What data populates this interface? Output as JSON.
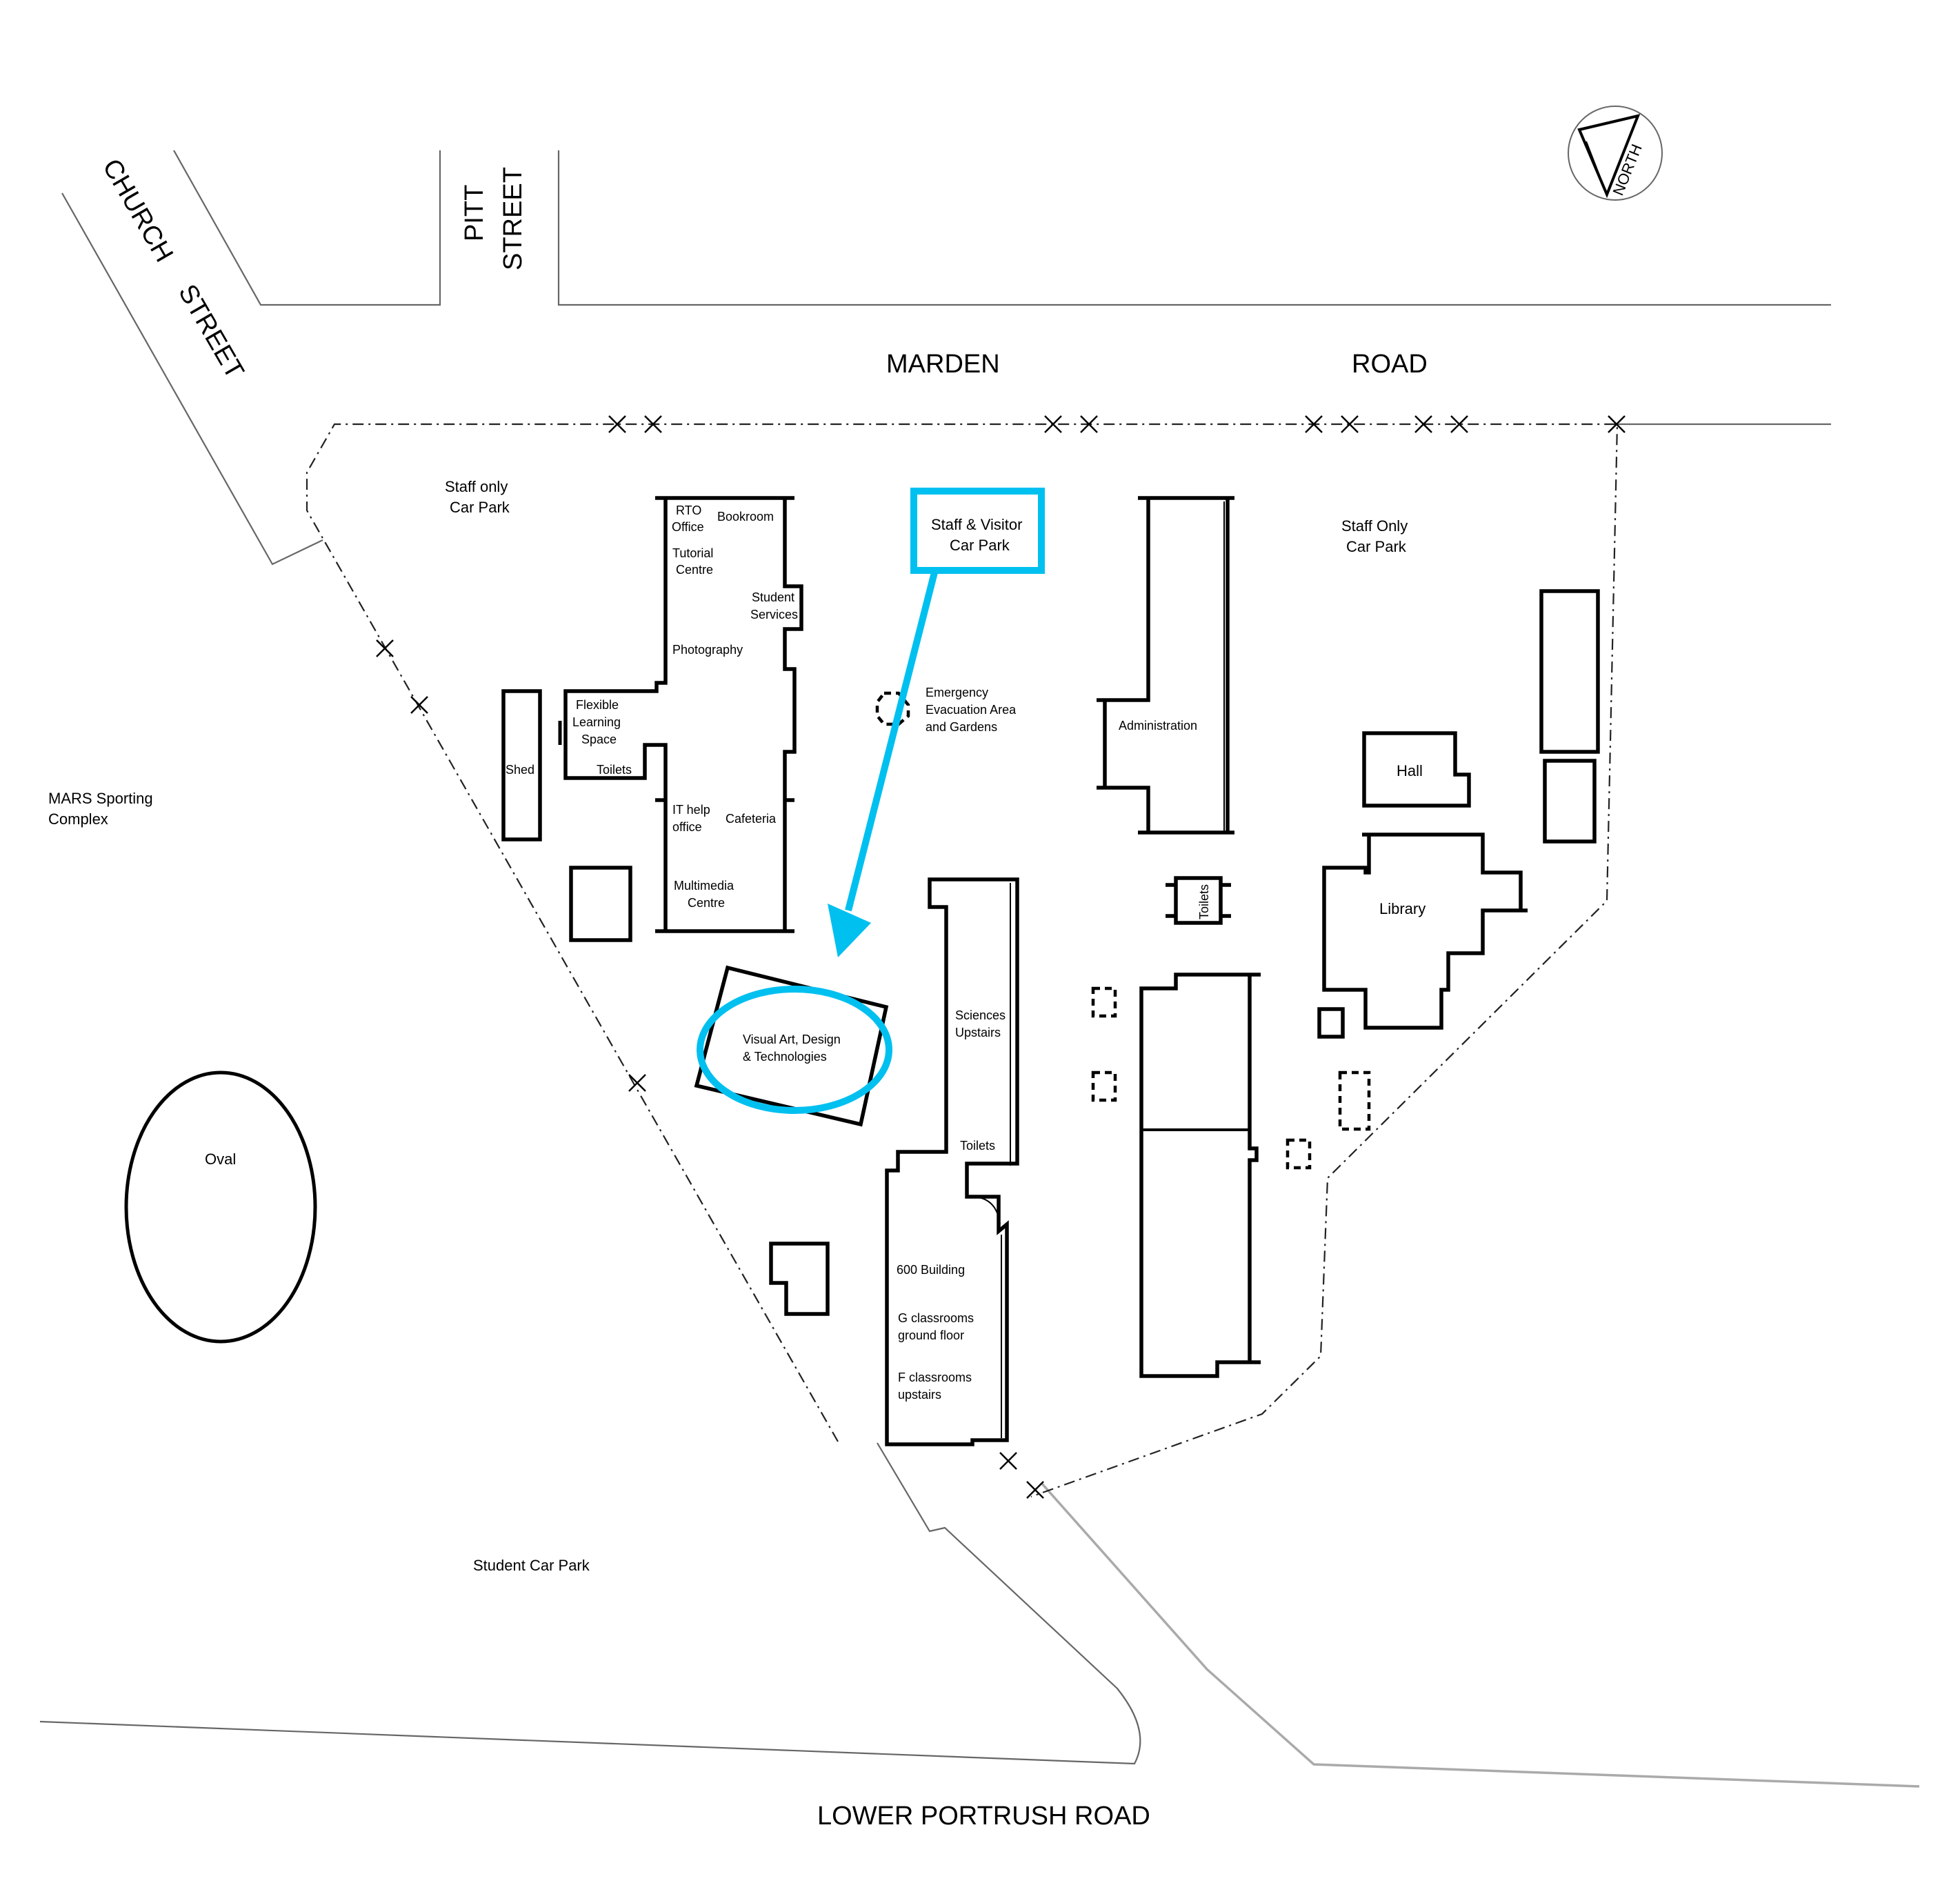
{
  "roads": {
    "marden": "MARDEN",
    "road": "ROAD",
    "church": "CHURCH",
    "church_street": "STREET",
    "pitt": "PITT",
    "pitt_street": "STREET",
    "lower_portrush": "LOWER PORTRUSH ROAD"
  },
  "compass": {
    "label": "NORTH"
  },
  "highlight": {
    "callout_line1": "Staff & Visitor",
    "callout_line2": "Car Park",
    "target_line1": "Visual Art, Design",
    "target_line2": "& Technologies",
    "color": "#00c0f0"
  },
  "areas": {
    "staff_only_car_park_left_1": "Staff only",
    "staff_only_car_park_left_2": "Car Park",
    "staff_only_car_park_right_1": "Staff Only",
    "staff_only_car_park_right_2": "Car Park",
    "mars_1": "MARS Sporting",
    "mars_2": "Complex",
    "oval": "Oval",
    "student_car_park": "Student Car Park",
    "emergency_1": "Emergency",
    "emergency_2": "Evacuation Area",
    "emergency_3": "and Gardens"
  },
  "buildings": {
    "rto_1": "RTO",
    "rto_2": "Office",
    "bookroom": "Bookroom",
    "tutorial_1": "Tutorial",
    "tutorial_2": "Centre",
    "student_services_1": "Student",
    "student_services_2": "Services",
    "photography": "Photography",
    "flexible_1": "Flexible",
    "flexible_2": "Learning",
    "flexible_3": "Space",
    "toilets_flex": "Toilets",
    "shed": "Shed",
    "it_help_1": "IT help",
    "it_help_2": "office",
    "cafeteria": "Cafeteria",
    "multimedia_1": "Multimedia",
    "multimedia_2": "Centre",
    "administration": "Administration",
    "hall": "Hall",
    "library": "Library",
    "toilets_mid": "Toilets",
    "sciences_1": "Sciences",
    "sciences_2": "Upstairs",
    "toilets_600": "Toilets",
    "b600": "600 Building",
    "g_class_1": "G classrooms",
    "g_class_2": "ground floor",
    "f_class_1": "F classrooms",
    "f_class_2": "upstairs"
  }
}
